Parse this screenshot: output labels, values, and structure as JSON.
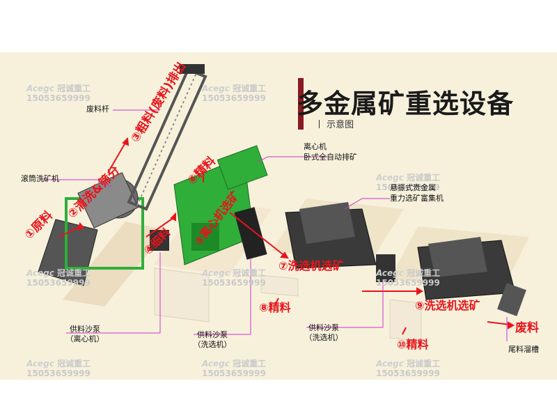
{
  "title": "多金属矿重选设备",
  "subtitle": "丨 示意图",
  "equipment_labels": {
    "waste_rod": "废料杆",
    "trommel": "滚筒洗矿机",
    "centrifuge_1": "离心机",
    "centrifuge_2": "卧式全自动排矿",
    "shaker_1": "悬振式贵金属",
    "shaker_2": "重力选矿富集机",
    "pump1_1": "供料沙泵",
    "pump1_2": "（离心机）",
    "pump2_1": "供料沙泵",
    "pump2_2": "（洗选机）",
    "pump3_1": "供料沙泵",
    "pump3_2": "（洗选机）",
    "tailings": "尾料溜槽"
  },
  "flow_labels": {
    "raw": "①原料",
    "wash_screen": "②清洗&筛分",
    "coarse_out": "③粗料(废料)排出",
    "fine_1": "④细料",
    "centrifuge_step": "⑤离心机选矿",
    "concentrate_6": "⑥精料",
    "washer_7": "⑦洗选机选矿",
    "concentrate_8": "⑧精料",
    "washer_9": "⑨洗选机选矿",
    "concentrate_10": "⑩精料",
    "waste": "废料"
  },
  "watermark": {
    "brand": "Acegc",
    "cn": "冠诚重工",
    "phone": "15053659999"
  },
  "colors": {
    "accent_red": "#e8141b",
    "machine_green": "#2fae3a",
    "floor": "#f7f1dc",
    "leader": "#cc33cc",
    "title_bar": "#8a1a22"
  }
}
